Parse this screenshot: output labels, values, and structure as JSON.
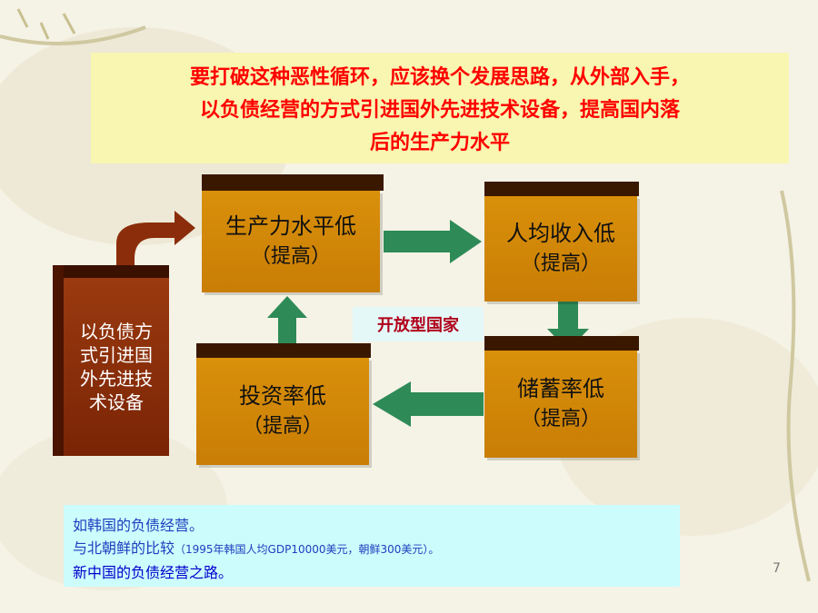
{
  "title": {
    "lines": [
      "要打破这种恶性循环，应该换个发展思路，从外部入手，",
      "以负债经营的方式引进国外先进技术设备，提高国内落",
      "后的生产力水平"
    ]
  },
  "diagram": {
    "left_box": {
      "lines": [
        "以负债方",
        "式引进国",
        "外先进技",
        "术设备"
      ]
    },
    "nodes": {
      "productivity": {
        "label": "生产力水平低",
        "sub": "（提高）"
      },
      "income": {
        "label": "人均收入低",
        "sub": "（提高）"
      },
      "savings": {
        "label": "储蓄率低",
        "sub": "（提高）"
      },
      "investment": {
        "label": "投资率低",
        "sub": "（提高）"
      }
    },
    "center_label": "开放型国家",
    "colors": {
      "box": "#d58a08",
      "arrow": "#2e8b57",
      "left_box": "#8b2d0a",
      "curved_arrow": "#8b2d0a"
    }
  },
  "notes": {
    "line1": "如韩国的负债经营。",
    "line2_main": "与北朝鲜的比较",
    "line2_small": "（1995年韩国人均GDP10000美元，朝鲜300美元）。",
    "line3": "新中国的负债经营之路。"
  },
  "page_number": "7"
}
